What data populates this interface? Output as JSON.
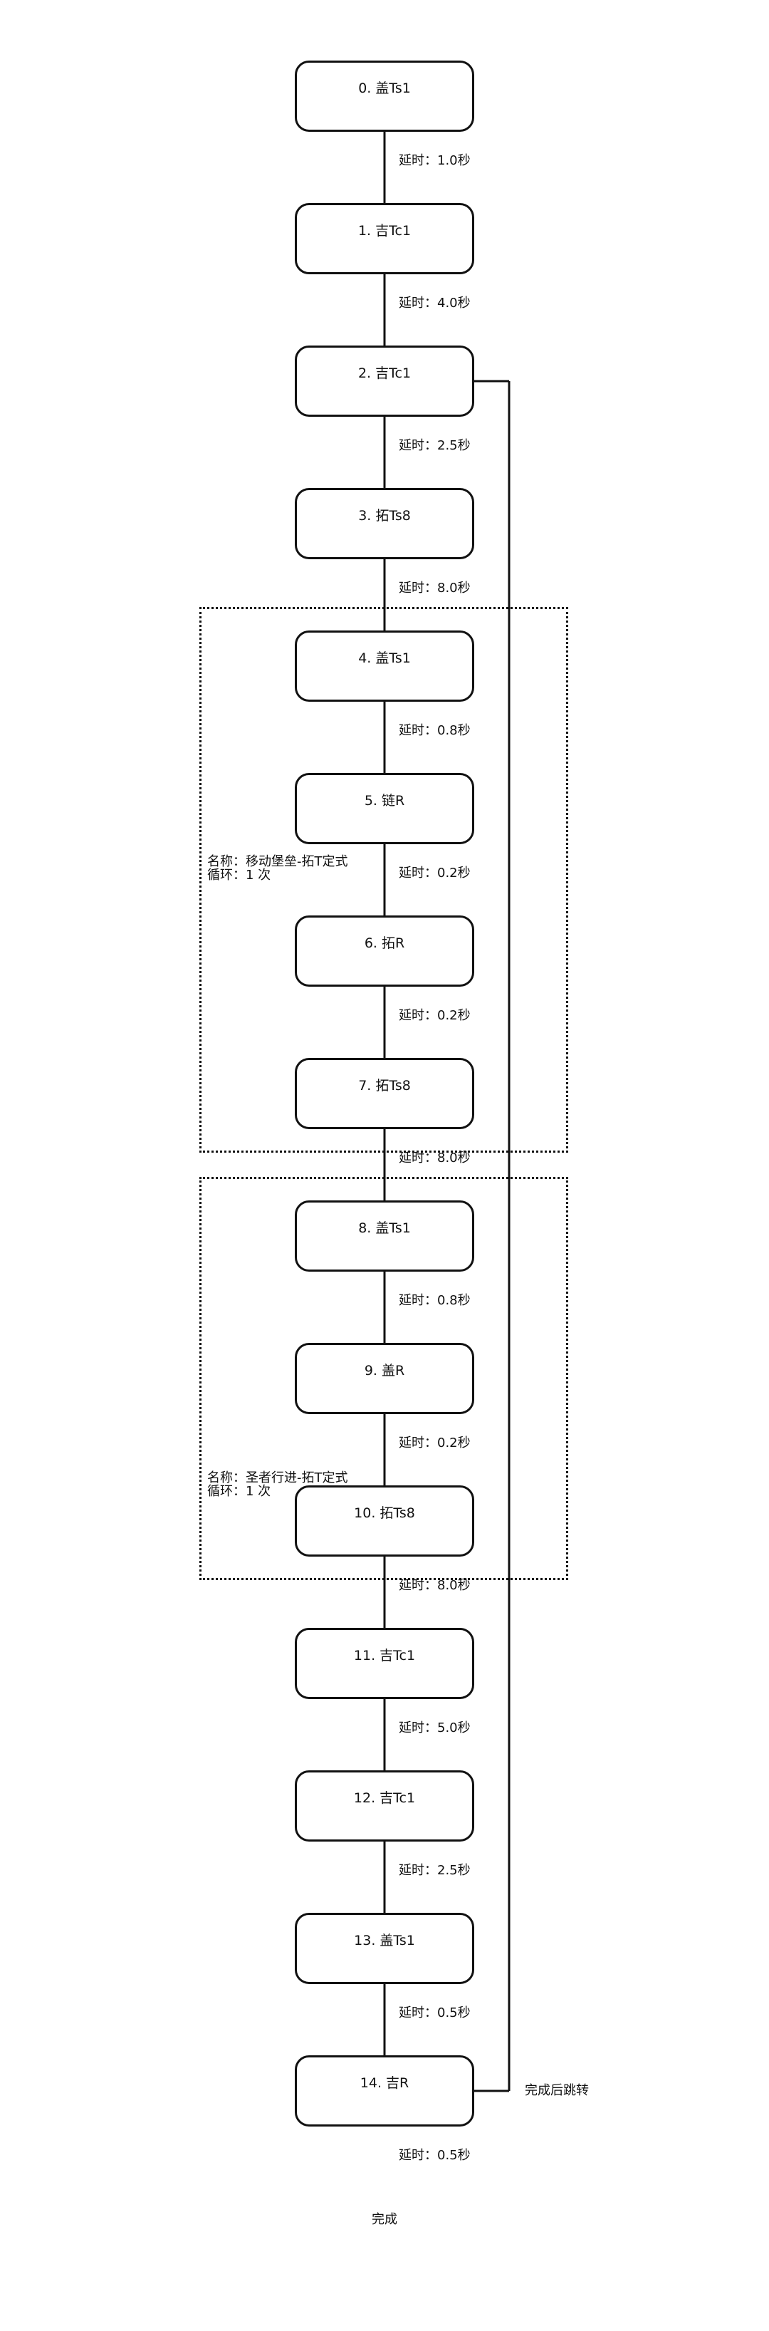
{
  "diagram": {
    "steps": [
      {
        "label": "0. 盖Ts1",
        "delay": "延时：1.0秒"
      },
      {
        "label": "1. 吉Tc1",
        "delay": "延时：4.0秒"
      },
      {
        "label": "2. 吉Tc1",
        "delay": "延时：2.5秒"
      },
      {
        "label": "3. 拓Ts8",
        "delay": "延时：8.0秒"
      },
      {
        "label": "4. 盖Ts1",
        "delay": "延时：0.8秒"
      },
      {
        "label": "5. 链R",
        "delay": "延时：0.2秒"
      },
      {
        "label": "6. 拓R",
        "delay": "延时：0.2秒"
      },
      {
        "label": "7. 拓Ts8",
        "delay": "延时：8.0秒"
      },
      {
        "label": "8. 盖Ts1",
        "delay": "延时：0.8秒"
      },
      {
        "label": "9. 盖R",
        "delay": "延时：0.2秒"
      },
      {
        "label": "10. 拓Ts8",
        "delay": "延时：8.0秒"
      },
      {
        "label": "11. 吉Tc1",
        "delay": "延时：5.0秒"
      },
      {
        "label": "12. 吉Tc1",
        "delay": "延时：2.5秒"
      },
      {
        "label": "13. 盖Ts1",
        "delay": "延时：0.5秒"
      },
      {
        "label": "14. 吉R",
        "delay": "延时：0.5秒"
      }
    ],
    "groups": [
      {
        "name_line": "名称：移动堡垒-拓T定式",
        "loop_line": "循环：1 次",
        "first_step": 4,
        "last_step": 7
      },
      {
        "name_line": "名称：圣者行进-拓T定式",
        "loop_line": "循环：1 次",
        "first_step": 8,
        "last_step": 10
      }
    ],
    "jump": {
      "from_step": 14,
      "to_step": 2,
      "label": "完成后跳转"
    },
    "end_label": "完成",
    "colors": {
      "stroke": "#111111",
      "background": "#ffffff"
    }
  }
}
